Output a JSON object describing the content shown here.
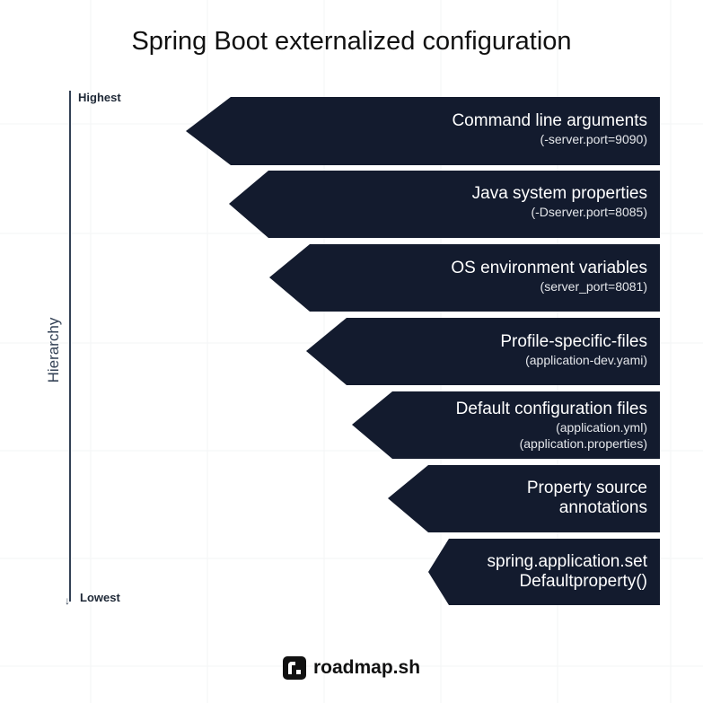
{
  "title": "Spring Boot externalized configuration",
  "axis": {
    "top_label": "Highest",
    "bottom_label": "Lowest",
    "title": "Hierarchy"
  },
  "sources": [
    {
      "main": "Command line arguments",
      "sub": [
        "(-server.port=9090)"
      ]
    },
    {
      "main": "Java system properties",
      "sub": [
        "(-Dserver.port=8085)"
      ]
    },
    {
      "main": "OS environment variables",
      "sub": [
        "(server_port=8081)"
      ]
    },
    {
      "main": "Profile-specific-files",
      "sub": [
        "(application-dev.yami)"
      ]
    },
    {
      "main": "Default configuration files",
      "sub": [
        "(application.yml)",
        "(application.properties)"
      ]
    },
    {
      "main": "Property source annotations",
      "sub": []
    },
    {
      "main": "spring.application.set Defaultproperty()",
      "sub": []
    }
  ],
  "colors": {
    "shape": "#131b2e",
    "axis": "#334155"
  },
  "logo": {
    "text": "roadmap.sh"
  }
}
